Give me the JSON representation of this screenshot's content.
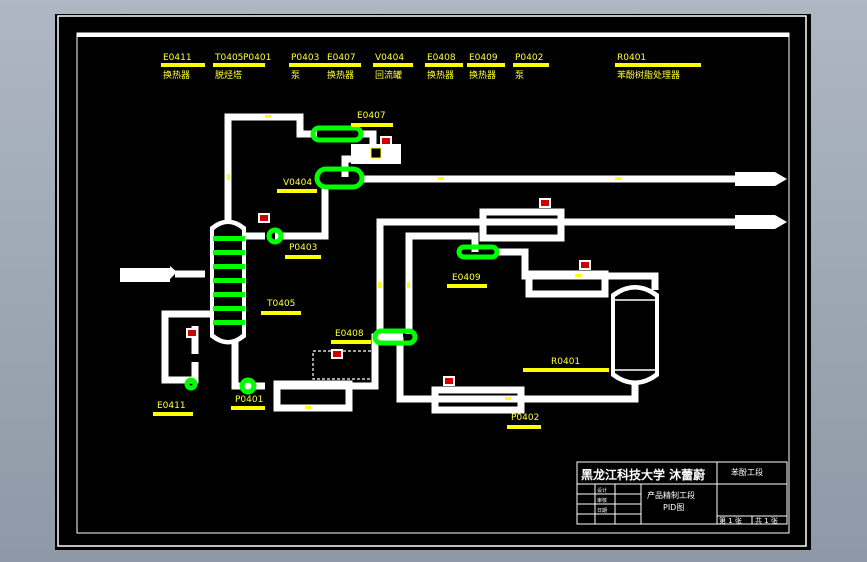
{
  "header_equipment": [
    {
      "code": "E0411",
      "name": "换热器"
    },
    {
      "code": "T0405",
      "name": "脱烃塔"
    },
    {
      "code": "P0401",
      "name": ""
    },
    {
      "code": "P0403",
      "name": "泵"
    },
    {
      "code": "E0407",
      "name": "换热器"
    },
    {
      "code": "V0404",
      "name": "回流罐"
    },
    {
      "code": "E0408",
      "name": "换热器"
    },
    {
      "code": "E0409",
      "name": "换热器"
    },
    {
      "code": "P0402",
      "name": "泵"
    },
    {
      "code": "R0401",
      "name": "苯酚树脂处理器"
    }
  ],
  "equipment_tags": {
    "e0407": "E0407",
    "v0404": "V0404",
    "p0403": "P0403",
    "t0405": "T0405",
    "e0408": "E0408",
    "e0409": "E0409",
    "r0401": "R0401",
    "e0411": "E0411",
    "p0401": "P0401",
    "p0402": "P0402"
  },
  "title_block": {
    "school_author": "黑龙江科技大学 沐蕾蔚",
    "section_label": "苯酚工段",
    "drawing_title": "产品精制工段",
    "drawing_subtitle": "PID图",
    "sheet_number": "第 1 张",
    "sheet_total": "共 1 张",
    "small_labels": [
      "设计",
      "审核",
      "日期"
    ]
  },
  "colors": {
    "background": "#000000",
    "pipe": "#ffffff",
    "exchanger": "#00ff00",
    "label": "#ffff00",
    "instrument": "#ff0000"
  }
}
